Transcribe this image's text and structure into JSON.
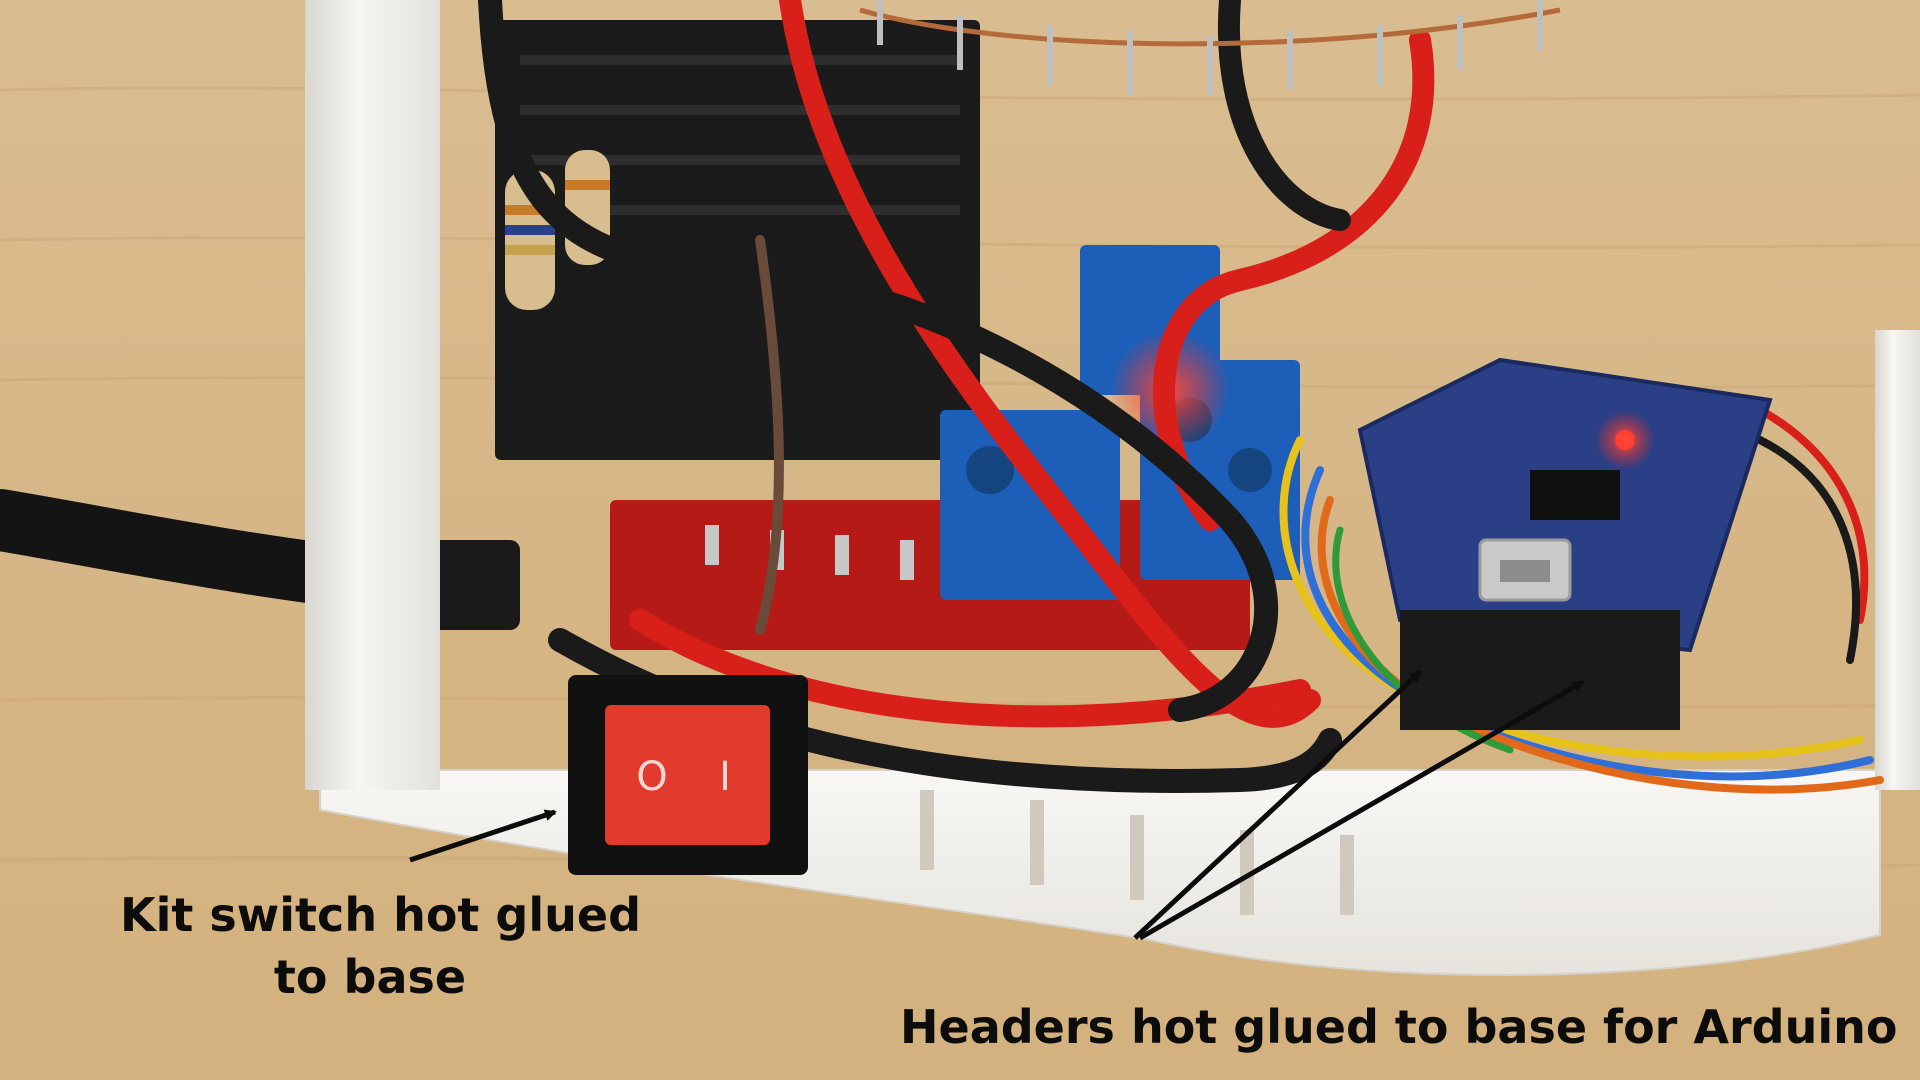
{
  "annotations": {
    "switch_caption": [
      "Kit switch hot glued",
      "to base"
    ],
    "headers_caption": "Headers hot glued to base for Arduino"
  },
  "switch": {
    "on_symbol": "O",
    "off_symbol": "I"
  },
  "colors": {
    "wood": "#d7b98a",
    "base_plastic": "#f4f2ee",
    "wire_red": "#d81f1a",
    "wire_black": "#1a1a1a",
    "board_blue": "#2a3f86",
    "terminal_blue": "#1d5fb8",
    "switch_red": "#e23a2c",
    "arrow": "#0c0c0c",
    "caption_text": "#0c0c0c"
  }
}
